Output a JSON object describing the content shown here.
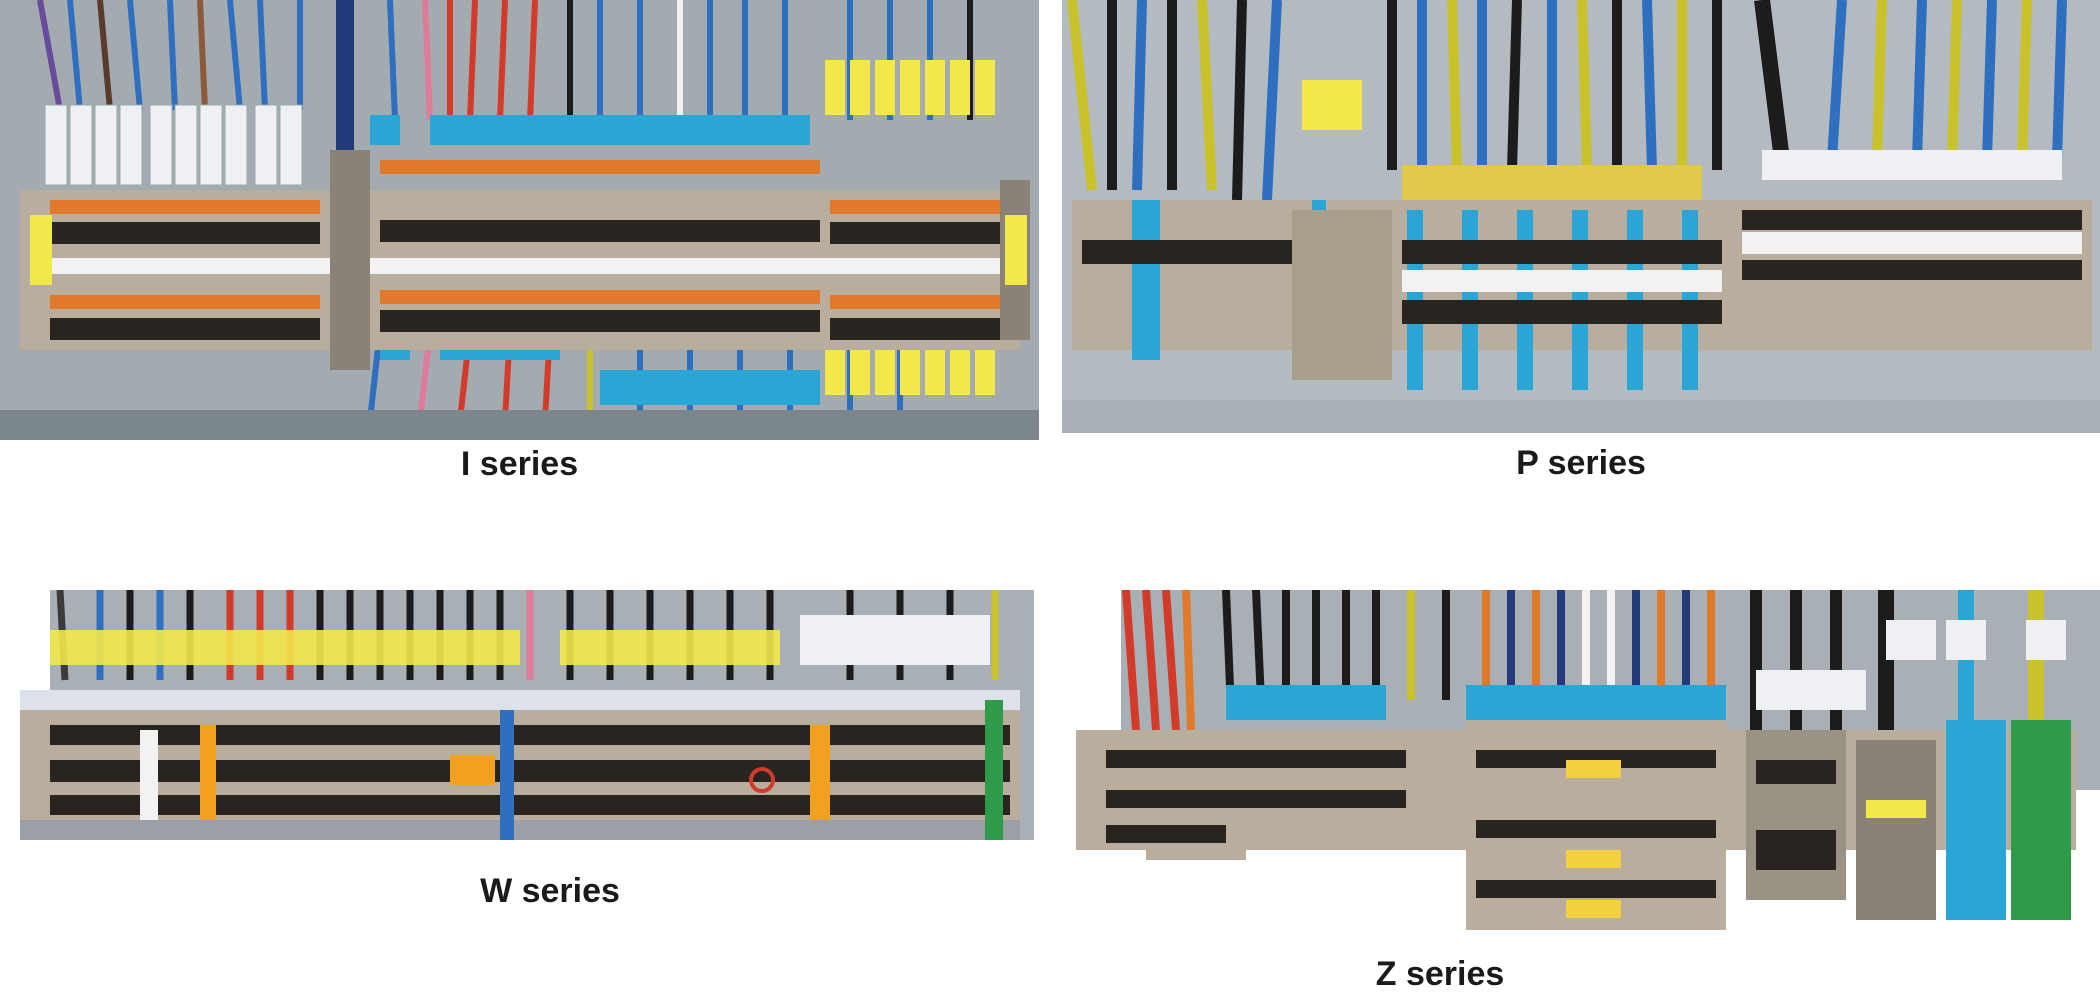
{
  "panels": [
    {
      "key": "i",
      "caption": "I series"
    },
    {
      "key": "p",
      "caption": "P series"
    },
    {
      "key": "w",
      "caption": "W series"
    },
    {
      "key": "z",
      "caption": "Z series"
    }
  ],
  "colors": {
    "cabinet_grey": "#9aa2a8",
    "terminal_beige": "#b9ae9e",
    "wire_blue": "#2f6fc0",
    "wire_red": "#d23a2a",
    "wire_orange": "#e07a2a",
    "wire_black": "#1c1c1c",
    "wire_yellow_green": "#c9c22a",
    "marker_yellow": "#f2e84a",
    "marker_white": "#f2f2f2",
    "accent_cyan": "#2aa6d6",
    "accent_green": "#2f9a4a"
  }
}
